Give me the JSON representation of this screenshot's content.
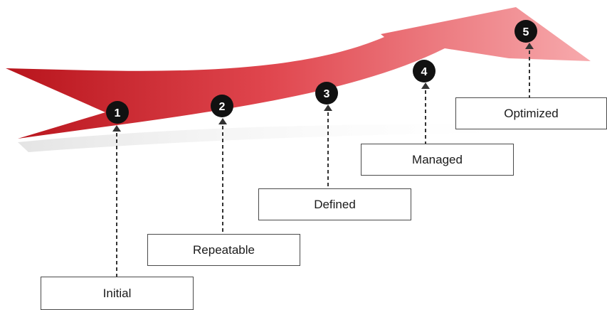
{
  "diagram": {
    "stages": [
      {
        "number": "1",
        "label": "Initial"
      },
      {
        "number": "2",
        "label": "Repeatable"
      },
      {
        "number": "3",
        "label": "Defined"
      },
      {
        "number": "4",
        "label": "Managed"
      },
      {
        "number": "5",
        "label": "Optimized"
      }
    ],
    "colors": {
      "arrow_dark": "#b8141c",
      "arrow_light": "#f4a0a4",
      "marker": "#111111",
      "connector": "#333333",
      "box_border": "#4a4a4a"
    }
  }
}
